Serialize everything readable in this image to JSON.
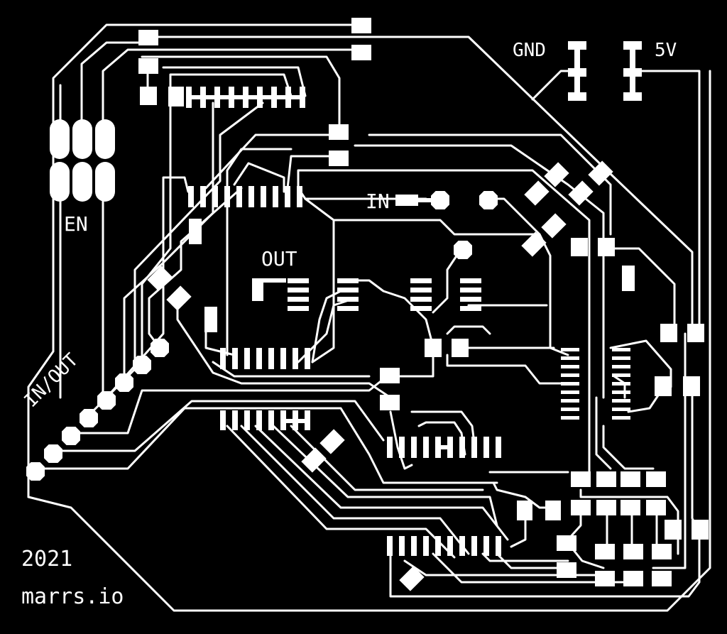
{
  "colors": {
    "background": "#000000",
    "copper": "#ffffff"
  },
  "labels": {
    "gnd": "GND",
    "v5": "5V",
    "en": "EN",
    "in": "IN",
    "out": "OUT",
    "in_out": "IN/OUT",
    "year": "2021",
    "site": "marrs.io"
  }
}
